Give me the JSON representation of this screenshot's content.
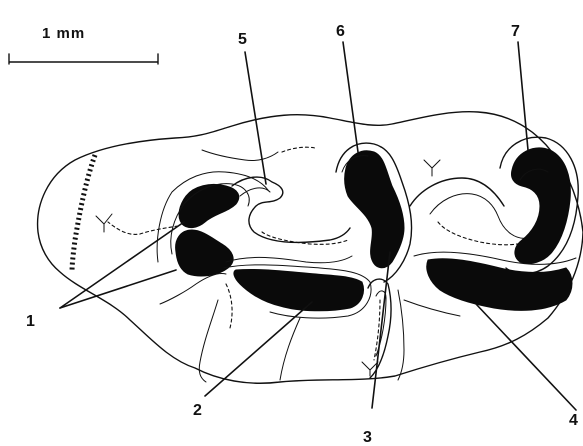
{
  "scale_bar": {
    "label": "1 mm"
  },
  "labels": {
    "l1": "1",
    "l2": "2",
    "l3": "3",
    "l4": "4",
    "l5": "5",
    "l6": "6",
    "l7": "7"
  },
  "colors": {
    "ink": "#111111",
    "enamel_fill": "#0a0a0a",
    "background": "#ffffff"
  }
}
